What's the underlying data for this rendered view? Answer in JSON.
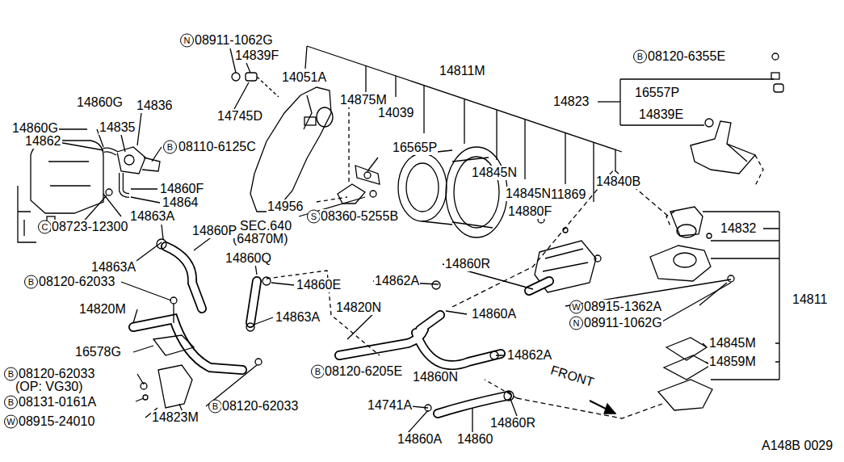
{
  "diagram": {
    "labels": [
      "N",
      "08911-1062G",
      "14839F",
      "14051A",
      "14875M",
      "14039",
      "14811M",
      "B",
      "08120-6355E",
      "16557P",
      "14823",
      "14839E",
      "14745D",
      "14860G",
      "14836",
      "14835",
      "14860G",
      "14862",
      "B",
      "08110-6125C",
      "16565P",
      "14845N",
      "14845N",
      "11869",
      "14840B",
      "14880F",
      "14860F",
      "14864",
      "14956",
      "S",
      "08360-5255B",
      "14863A",
      "SEC.640",
      "(64870M)",
      "14832",
      "C",
      "08723-12300",
      "14860P",
      "14860Q",
      "14863A",
      "14860R",
      "B",
      "08120-62033",
      "14860E",
      "14862A",
      "14863A",
      "14820M",
      "14820N",
      "14860A",
      "W",
      "08915-1362A",
      "N",
      "08911-1062G",
      "14811",
      "16578G",
      "14845M",
      "14859M",
      "14862A",
      "B",
      "08120-62033",
      "(OP: VG30)",
      "B",
      "08120-6205E",
      "14860N",
      "FRONT",
      "14741A",
      "B",
      "08131-0161A",
      "W",
      "08915-24010",
      "14823M",
      "B",
      "08120-62033",
      "14860A",
      "14860",
      "14860R",
      "A148B 0029"
    ]
  }
}
